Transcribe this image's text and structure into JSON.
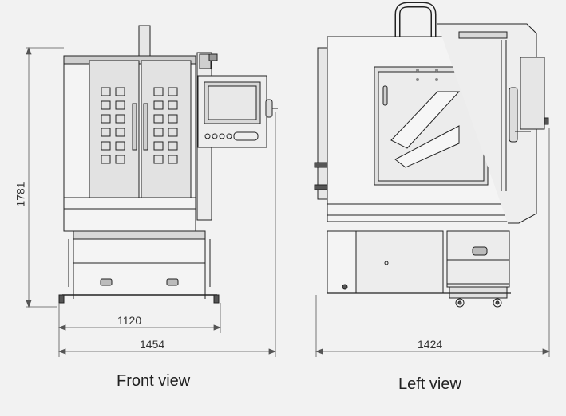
{
  "dimensions": {
    "front_overall_height": "1781",
    "front_inner_width": "1120",
    "front_overall_width": "1454",
    "left_overall_depth": "1424"
  },
  "captions": {
    "front": "Front view",
    "left": "Left view"
  },
  "colors": {
    "background": "#f2f2f2",
    "line": "#222222",
    "fill_light": "#e6e6e6",
    "fill_mid": "#cfcfcf",
    "fill_dark": "#9a9a9a",
    "screen": "#d8d8d8"
  }
}
